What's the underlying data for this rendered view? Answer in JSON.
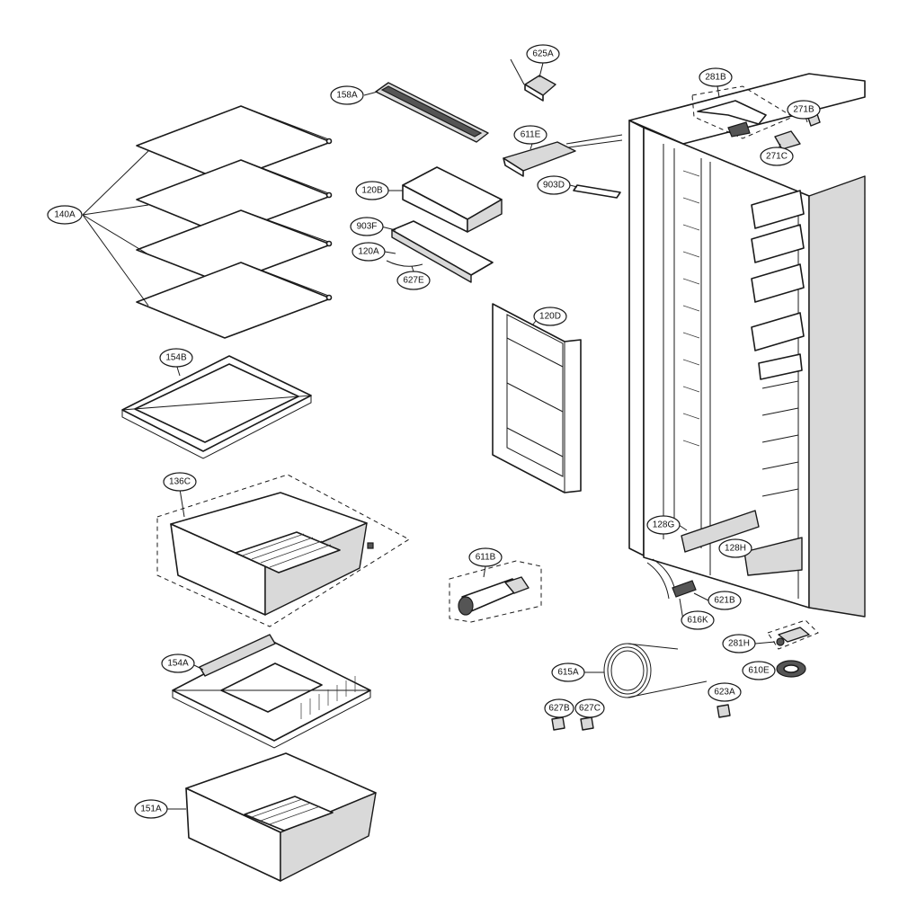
{
  "diagram": {
    "callouts": {
      "c625A": "625A",
      "c158A": "158A",
      "c281B": "281B",
      "c271B": "271B",
      "c271C": "271C",
      "c611E": "611E",
      "c903D": "903D",
      "c120B": "120B",
      "c140A": "140A",
      "c903F": "903F",
      "c120A": "120A",
      "c627E": "627E",
      "c120D": "120D",
      "c154B": "154B",
      "c136C": "136C",
      "c128G": "128G",
      "c128H": "128H",
      "c611B": "611B",
      "c621B": "621B",
      "c616K": "616K",
      "c281H": "281H",
      "c154A": "154A",
      "c615A": "615A",
      "c610E": "610E",
      "c623A": "623A",
      "c627B": "627B",
      "c627C": "627C",
      "c151A": "151A"
    }
  }
}
